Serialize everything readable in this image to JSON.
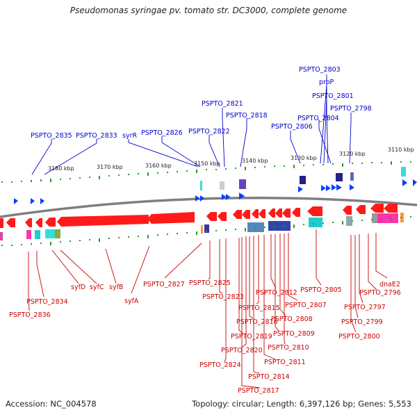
{
  "title": "Pseudomonas syringae pv. tomato str. DC3000, complete genome",
  "accession": "Accession: NC_004578",
  "topology": "Topology: circular; Length: 6,397,126 bp; Genes: 5,553",
  "colors": {
    "backbone": "#7f7f7f",
    "forward_label": "#0000cc",
    "reverse_label": "#cc0000",
    "forward_gene": "#0a3cff",
    "reverse_gene": "#ff1a1a",
    "tick": "#2a9a2a"
  },
  "scale_labels": [
    "3110 kbp",
    "3120 kbp",
    "3130 kbp",
    "3140 kbp",
    "3150 kbp",
    "3160 kbp",
    "3170 kbp",
    "3180 kbp"
  ],
  "forward_labels": [
    "PSPTO_2803",
    "proP",
    "PSPTO_2801",
    "PSPTO_2798",
    "PSPTO_2804",
    "PSPTO_2806",
    "PSPTO_2821",
    "PSPTO_2818",
    "PSPTO_2822",
    "PSPTO_2826",
    "syrR",
    "PSPTO_2833",
    "PSPTO_2835"
  ],
  "reverse_labels": [
    "PSPTO_2805",
    "PSPTO_2812",
    "PSPTO_2807",
    "PSPTO_2815",
    "PSPTO_2808",
    "PSPTO_2816",
    "PSPTO_2809",
    "PSPTO_2819",
    "PSPTO_2810",
    "PSPTO_2820",
    "PSPTO_2811",
    "PSPTO_2824",
    "PSPTO_2814",
    "PSPTO_2817",
    "PSPTO_2823",
    "PSPTO_2825",
    "PSPTO_2827",
    "syfA",
    "syfB",
    "syfC",
    "syfD",
    "PSPTO_2834",
    "PSPTO_2836",
    "dnaE2",
    "PSPTO_2796",
    "PSPTO_2797",
    "PSPTO_2799",
    "PSPTO_2800"
  ]
}
